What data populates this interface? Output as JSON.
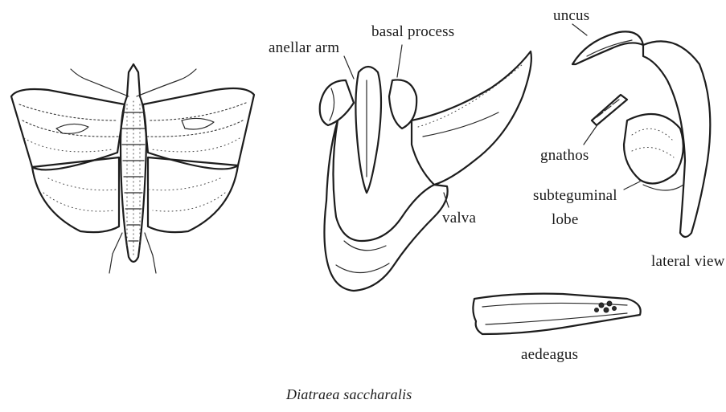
{
  "labels": {
    "anellar_arm": "anellar arm",
    "basal_process": "basal process",
    "uncus": "uncus",
    "gnathos": "gnathos",
    "subteguminal_lobe_line1": "subteguminal",
    "subteguminal_lobe_line2": "lobe",
    "valva": "valva",
    "lateral_view": "lateral view",
    "aedeagus": "aedeagus"
  },
  "caption": "Diatraea saccharalis",
  "colors": {
    "ink": "#1d1d1d",
    "background": "#ffffff"
  }
}
